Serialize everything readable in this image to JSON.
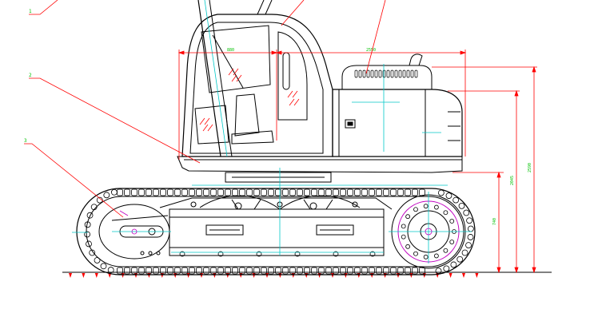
{
  "drawing": {
    "callouts": [
      "1",
      "2",
      "3"
    ],
    "dimensions": {
      "cab_width": "880",
      "counterweight_width": "2550",
      "overall_height": "2590",
      "body_height": "2045",
      "track_height": "740"
    },
    "colors": {
      "outline": "#000000",
      "leader": "#ff0000",
      "dimension": "#00c000",
      "centerline": "#00c8c8",
      "pivot": "#c000c0",
      "ground_marker": "#ff0000"
    }
  }
}
